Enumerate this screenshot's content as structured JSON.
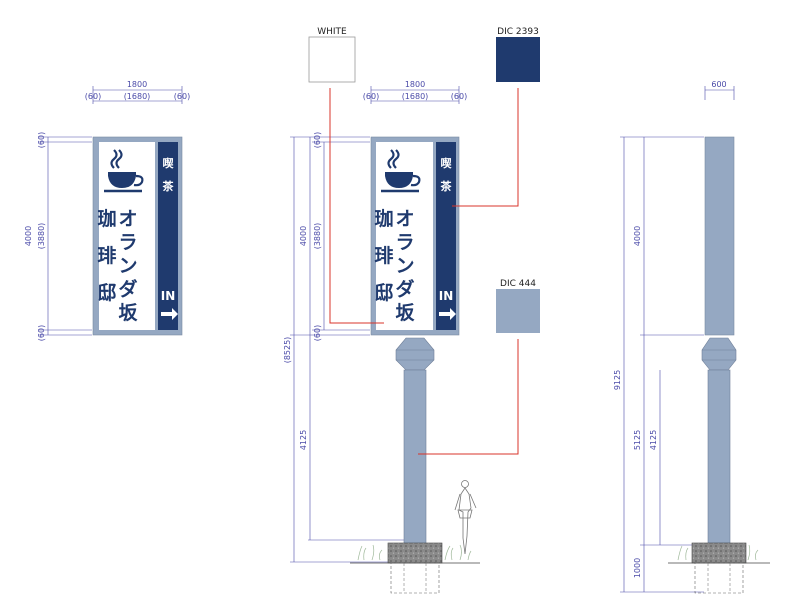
{
  "colors": {
    "navy": "#1f3a6e",
    "pole_blue": "#95a8c2",
    "leader_red": "#d9342b",
    "dim_blue": "#4a4aa8"
  },
  "swatches": [
    {
      "label": "WHITE",
      "color": "#ffffff"
    },
    {
      "label": "DIC 2393",
      "color": "#1f3a6e"
    },
    {
      "label": "DIC 444",
      "color": "#95a8c2"
    }
  ],
  "sign": {
    "line1": "オランダ坂",
    "line2": "珈琲邸",
    "side_text": "喫茶",
    "in_label": "IN",
    "cup_icon": "coffee-cup-icon",
    "arrow_icon": "arrow-right-icon"
  },
  "dims": {
    "width_total": "1800",
    "width_inner": "(1680)",
    "width_edge": "(60)",
    "height_total": "4000",
    "height_inner": "(3880)",
    "height_edge": "(60)",
    "overall": "(8525)",
    "pole": "4125",
    "side_width": "600",
    "side_total": "9125",
    "side_pole": "5125",
    "side_base": "1000",
    "side_pole_upper": "4125",
    "side_box": "4000"
  }
}
